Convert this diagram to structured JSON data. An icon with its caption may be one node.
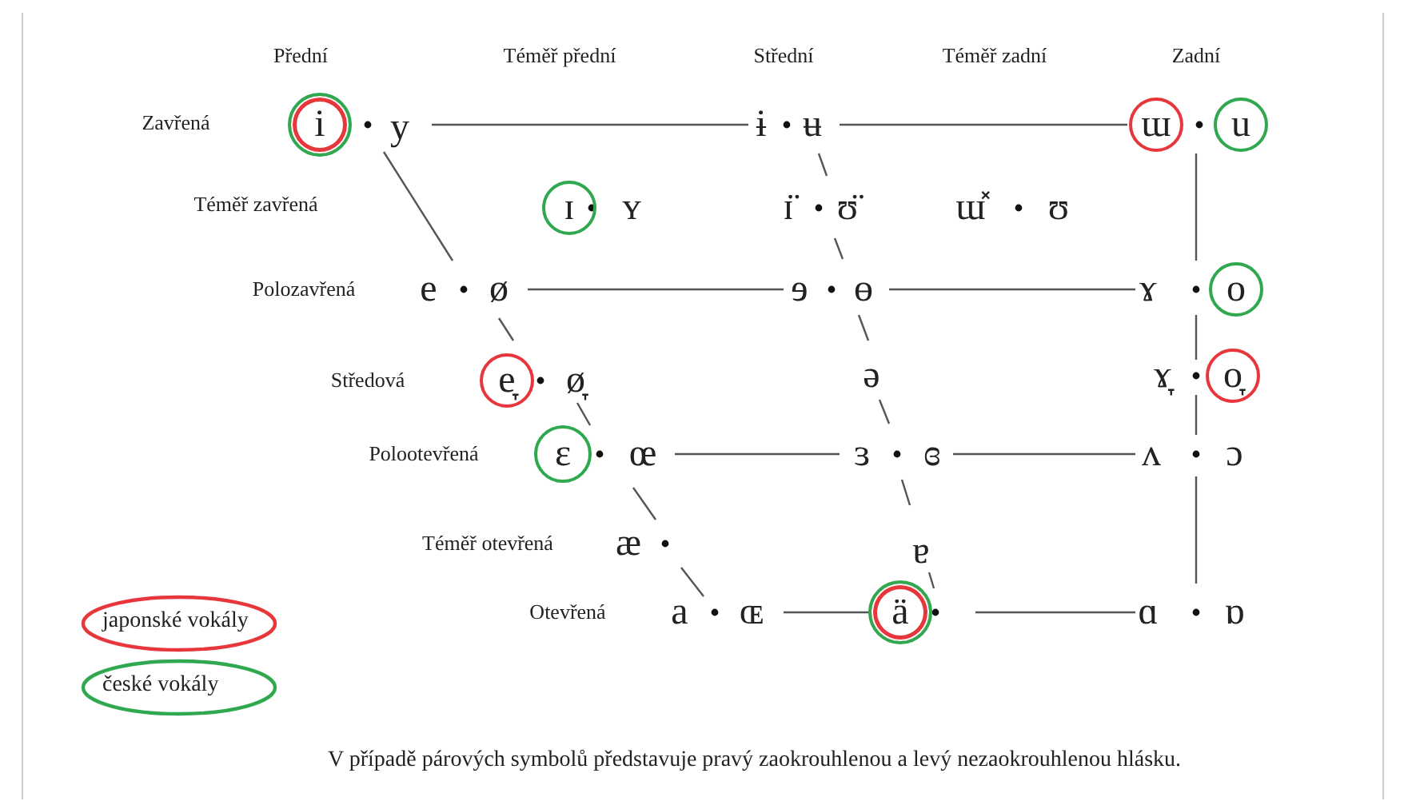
{
  "diagram": {
    "nodes": [
      {
        "text": [
          "i"
        ]
      },
      {
        "text": [
          "ɯ"
        ]
      },
      {
        "text": [
          "u"
        ]
      },
      {
        "text": [
          "ɪ"
        ]
      },
      {
        "text": [
          "o"
        ]
      },
      {
        "text": [
          "e̞"
        ]
      },
      {
        "text": [
          "o̞"
        ]
      },
      {
        "text": [
          "ɛ"
        ]
      },
      {
        "text": [
          "ä"
        ]
      }
    ],
    "labels": [
      "Přední",
      "Téměř přední",
      "Střední",
      "Téměř zadní",
      "Zadní",
      "Zavřená",
      "y",
      "ɨ",
      "ʉ",
      "Téměř zavřená",
      "ʏ",
      "ɪ̈",
      "ʊ̈",
      "ɯ̽",
      "ʊ",
      "Polozavřená",
      "e",
      "ø",
      "ɘ",
      "ɵ",
      "ɤ",
      "Středová",
      "ø̞",
      "ə",
      "ɤ̞",
      "Polootevřená",
      "œ",
      "ɜ",
      "ɞ",
      "ʌ",
      "ɔ",
      "Téměř otevřená",
      "æ",
      "ɐ",
      "Otevřená",
      "a",
      "ɶ",
      "ɑ",
      "ɒ"
    ],
    "legend": [
      {
        "text": "japonské vokály",
        "color": "#e8373c"
      },
      {
        "text": "české vokály",
        "color": "#2fa84f"
      }
    ],
    "caption": "V případě párových symbolů představuje pravý zaokrouhlenou a levý nezaokrouhlenou hlásku."
  }
}
